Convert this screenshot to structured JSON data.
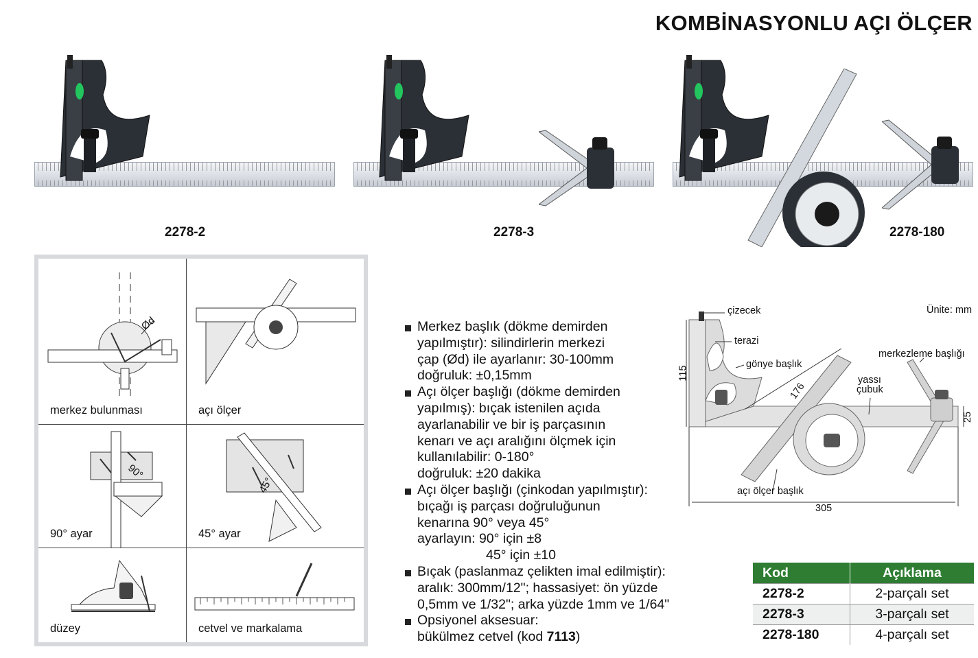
{
  "title": "KOMBİNASYONLU AÇI ÖLÇER",
  "products": [
    {
      "code": "2278-2"
    },
    {
      "code": "2278-3"
    },
    {
      "code": "2278-180"
    }
  ],
  "usage": [
    {
      "label": "merkez bulunması",
      "sublabel": "Ød"
    },
    {
      "label": "açı ölçer"
    },
    {
      "label": "90° ayar",
      "angle": "90°"
    },
    {
      "label": "45° ayar",
      "angle": "45°"
    },
    {
      "label": "düzey"
    },
    {
      "label": "cetvel ve markalama"
    }
  ],
  "features": [
    {
      "lines": [
        "Merkez başlık (dökme demirden",
        "yapılmıştır): silindirlerin merkezi",
        "çap (Ød) ile ayarlanır: 30-100mm",
        "doğruluk: ±0,15mm"
      ]
    },
    {
      "lines": [
        "Açı ölçer başlığı (dökme demirden",
        "yapılmış): bıçak istenilen açıda",
        "ayarlanabilir ve bir iş parçasının",
        "kenarı ve açı aralığını ölçmek için",
        "kullanılabilir: 0-180°",
        "doğruluk: ±20 dakika"
      ]
    },
    {
      "lines": [
        "Açı ölçer başlığı (çinkodan yapılmıştır):",
        "bıçağı iş parçası doğruluğunun",
        "kenarına 90° veya 45°",
        "ayarlayın: 90° için ±8"
      ],
      "extra": "45° için ±10"
    },
    {
      "lines": [
        "Bıçak (paslanmaz çelikten imal edilmiştir):",
        "aralık: 300mm/12\"; hassasiyet: ön yüzde",
        "0,5mm ve 1/32\"; arka yüzde 1mm ve 1/64\""
      ]
    },
    {
      "lines": [
        "Opsiyonel aksesuar:"
      ],
      "last_prefix": "bükülmez cetvel (kod ",
      "last_bold": "7113",
      "last_suffix": ")"
    }
  ],
  "diagram": {
    "unit": "Ünite: mm",
    "labels": {
      "scriber": "çizecek",
      "level": "terazi",
      "square_head": "gönye başlık",
      "flat_bar_1": "yassı",
      "flat_bar_2": "çubuk",
      "center_head": "merkezleme başlığı",
      "protractor_head": "açı ölçer başlık"
    },
    "dims": {
      "height": "115",
      "blade": "176",
      "width": "25",
      "length": "305"
    }
  },
  "table": {
    "headers": [
      "Kod",
      "Açıklama"
    ],
    "rows": [
      [
        "2278-2",
        "2-parçalı set"
      ],
      [
        "2278-3",
        "3-parçalı set"
      ],
      [
        "2278-180",
        "4-parçalı set"
      ]
    ]
  },
  "colors": {
    "header_green": "#2e7d32",
    "level_green": "#22c55e"
  }
}
